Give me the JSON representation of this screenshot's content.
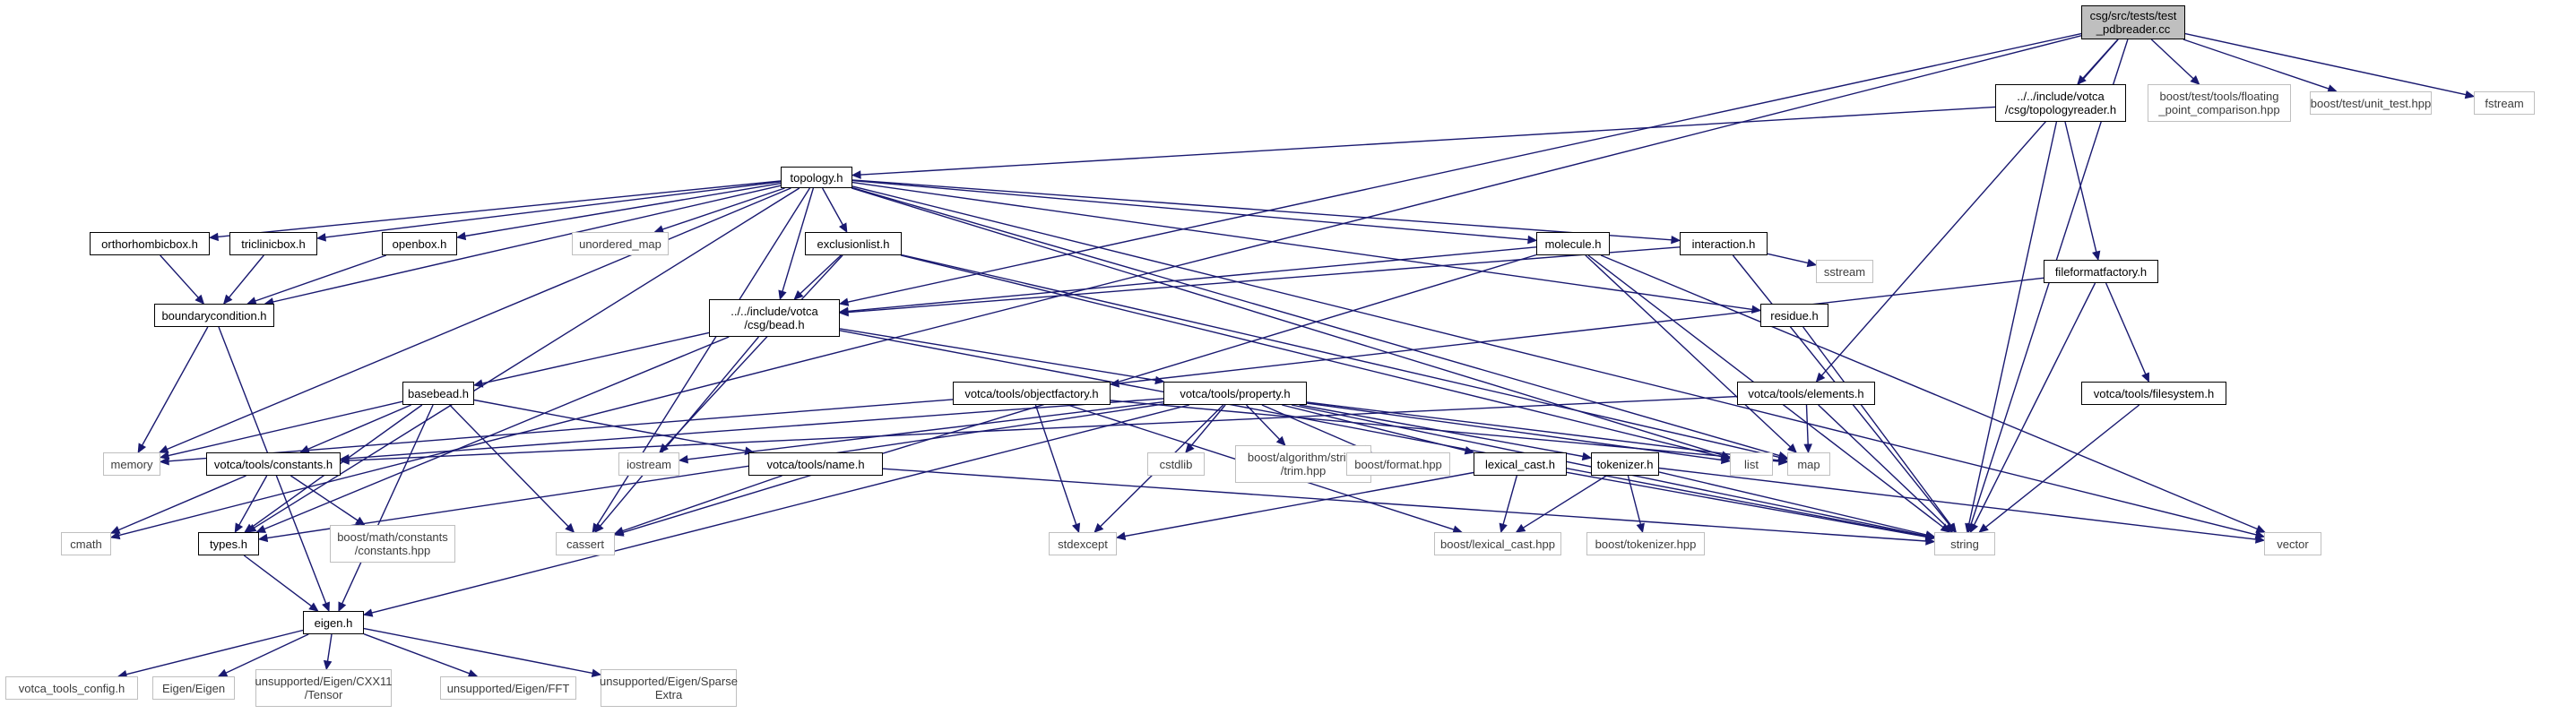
{
  "graph": {
    "colors": {
      "edge": "#191970",
      "root_fill": "#bfbfbf",
      "local_border": "#000000",
      "external_border": "#bfbfbf"
    },
    "nodes": [
      {
        "id": "root",
        "label": "csg/src/tests/test\n_pdbreader.cc",
        "kind": "root"
      },
      {
        "id": "topologyreader",
        "label": "../../include/votca\n/csg/topologyreader.h",
        "kind": "local"
      },
      {
        "id": "floating",
        "label": "boost/test/tools/floating\n_point_comparison.hpp",
        "kind": "ext"
      },
      {
        "id": "unittest",
        "label": "boost/test/unit_test.hpp",
        "kind": "ext"
      },
      {
        "id": "fstream",
        "label": "fstream",
        "kind": "ext"
      },
      {
        "id": "topology",
        "label": "topology.h",
        "kind": "local"
      },
      {
        "id": "orthorhombic",
        "label": "orthorhombicbox.h",
        "kind": "local"
      },
      {
        "id": "triclinic",
        "label": "triclinicbox.h",
        "kind": "local"
      },
      {
        "id": "openbox",
        "label": "openbox.h",
        "kind": "local"
      },
      {
        "id": "unordered_map",
        "label": "unordered_map",
        "kind": "ext"
      },
      {
        "id": "exclusionlist",
        "label": "exclusionlist.h",
        "kind": "local"
      },
      {
        "id": "molecule",
        "label": "molecule.h",
        "kind": "local"
      },
      {
        "id": "interaction",
        "label": "interaction.h",
        "kind": "local"
      },
      {
        "id": "sstream",
        "label": "sstream",
        "kind": "ext"
      },
      {
        "id": "fileformatfactory",
        "label": "fileformatfactory.h",
        "kind": "local"
      },
      {
        "id": "boundary",
        "label": "boundarycondition.h",
        "kind": "local"
      },
      {
        "id": "bead",
        "label": "../../include/votca\n/csg/bead.h",
        "kind": "local"
      },
      {
        "id": "residue",
        "label": "residue.h",
        "kind": "local"
      },
      {
        "id": "basebead",
        "label": "basebead.h",
        "kind": "local"
      },
      {
        "id": "objectfactory",
        "label": "votca/tools/objectfactory.h",
        "kind": "local"
      },
      {
        "id": "property",
        "label": "votca/tools/property.h",
        "kind": "local"
      },
      {
        "id": "elements",
        "label": "votca/tools/elements.h",
        "kind": "local"
      },
      {
        "id": "filesystem",
        "label": "votca/tools/filesystem.h",
        "kind": "local"
      },
      {
        "id": "memory",
        "label": "memory",
        "kind": "ext"
      },
      {
        "id": "iostream",
        "label": "iostream",
        "kind": "ext"
      },
      {
        "id": "cstdlib",
        "label": "cstdlib",
        "kind": "ext"
      },
      {
        "id": "trim",
        "label": "boost/algorithm/string\n/trim.hpp",
        "kind": "ext"
      },
      {
        "id": "format",
        "label": "boost/format.hpp",
        "kind": "ext"
      },
      {
        "id": "lexical_cast",
        "label": "lexical_cast.h",
        "kind": "local"
      },
      {
        "id": "tokenizer",
        "label": "tokenizer.h",
        "kind": "local"
      },
      {
        "id": "list",
        "label": "list",
        "kind": "ext"
      },
      {
        "id": "map",
        "label": "map",
        "kind": "ext"
      },
      {
        "id": "constants",
        "label": "votca/tools/constants.h",
        "kind": "local"
      },
      {
        "id": "name",
        "label": "votca/tools/name.h",
        "kind": "local"
      },
      {
        "id": "cmath",
        "label": "cmath",
        "kind": "ext"
      },
      {
        "id": "types",
        "label": "types.h",
        "kind": "local"
      },
      {
        "id": "boostconstants",
        "label": "boost/math/constants\n/constants.hpp",
        "kind": "ext"
      },
      {
        "id": "cassert",
        "label": "cassert",
        "kind": "ext"
      },
      {
        "id": "stdexcept",
        "label": "stdexcept",
        "kind": "ext"
      },
      {
        "id": "boostlexical",
        "label": "boost/lexical_cast.hpp",
        "kind": "ext"
      },
      {
        "id": "boosttokenizer",
        "label": "boost/tokenizer.hpp",
        "kind": "ext"
      },
      {
        "id": "string",
        "label": "string",
        "kind": "ext"
      },
      {
        "id": "vector",
        "label": "vector",
        "kind": "ext"
      },
      {
        "id": "eigen",
        "label": "eigen.h",
        "kind": "local"
      },
      {
        "id": "config",
        "label": "votca_tools_config.h",
        "kind": "ext"
      },
      {
        "id": "eigeneigen",
        "label": "Eigen/Eigen",
        "kind": "ext"
      },
      {
        "id": "tensor",
        "label": "unsupported/Eigen/CXX11\n/Tensor",
        "kind": "ext"
      },
      {
        "id": "fft",
        "label": "unsupported/Eigen/FFT",
        "kind": "ext"
      },
      {
        "id": "sparseextra",
        "label": "unsupported/Eigen/Sparse\nExtra",
        "kind": "ext"
      }
    ],
    "edges": [
      [
        "root",
        "topologyreader"
      ],
      [
        "root",
        "floating"
      ],
      [
        "root",
        "unittest"
      ],
      [
        "root",
        "fstream"
      ],
      [
        "root",
        "string"
      ],
      [
        "root",
        "cmath"
      ],
      [
        "root",
        "bead"
      ],
      [
        "root",
        "elements"
      ],
      [
        "topologyreader",
        "topology"
      ],
      [
        "topologyreader",
        "fileformatfactory"
      ],
      [
        "topologyreader",
        "string"
      ],
      [
        "topology",
        "orthorhombic"
      ],
      [
        "topology",
        "triclinic"
      ],
      [
        "topology",
        "openbox"
      ],
      [
        "topology",
        "unordered_map"
      ],
      [
        "topology",
        "exclusionlist"
      ],
      [
        "topology",
        "molecule"
      ],
      [
        "topology",
        "interaction"
      ],
      [
        "topology",
        "residue"
      ],
      [
        "topology",
        "boundary"
      ],
      [
        "topology",
        "bead"
      ],
      [
        "topology",
        "memory"
      ],
      [
        "topology",
        "types"
      ],
      [
        "topology",
        "cassert"
      ],
      [
        "topology",
        "list"
      ],
      [
        "topology",
        "map"
      ],
      [
        "topology",
        "vector"
      ],
      [
        "orthorhombic",
        "boundary"
      ],
      [
        "triclinic",
        "boundary"
      ],
      [
        "openbox",
        "boundary"
      ],
      [
        "boundary",
        "memory"
      ],
      [
        "boundary",
        "eigen"
      ],
      [
        "exclusionlist",
        "bead"
      ],
      [
        "exclusionlist",
        "iostream"
      ],
      [
        "exclusionlist",
        "list"
      ],
      [
        "exclusionlist",
        "map"
      ],
      [
        "molecule",
        "bead"
      ],
      [
        "molecule",
        "map"
      ],
      [
        "molecule",
        "string"
      ],
      [
        "molecule",
        "vector"
      ],
      [
        "molecule",
        "cassert"
      ],
      [
        "interaction",
        "bead"
      ],
      [
        "interaction",
        "sstream"
      ],
      [
        "interaction",
        "string"
      ],
      [
        "residue",
        "string"
      ],
      [
        "fileformatfactory",
        "objectfactory"
      ],
      [
        "fileformatfactory",
        "filesystem"
      ],
      [
        "fileformatfactory",
        "string"
      ],
      [
        "bead",
        "basebead"
      ],
      [
        "bead",
        "property"
      ],
      [
        "bead",
        "types"
      ],
      [
        "bead",
        "cassert"
      ],
      [
        "bead",
        "string"
      ],
      [
        "basebead",
        "memory"
      ],
      [
        "basebead",
        "constants"
      ],
      [
        "basebead",
        "name"
      ],
      [
        "basebead",
        "types"
      ],
      [
        "basebead",
        "eigen"
      ],
      [
        "basebead",
        "cassert"
      ],
      [
        "objectfactory",
        "memory"
      ],
      [
        "objectfactory",
        "map"
      ],
      [
        "objectfactory",
        "stdexcept"
      ],
      [
        "objectfactory",
        "boostlexical"
      ],
      [
        "property",
        "iostream"
      ],
      [
        "property",
        "cstdlib"
      ],
      [
        "property",
        "trim"
      ],
      [
        "property",
        "format"
      ],
      [
        "property",
        "lexical_cast"
      ],
      [
        "property",
        "tokenizer"
      ],
      [
        "property",
        "list"
      ],
      [
        "property",
        "map"
      ],
      [
        "property",
        "string"
      ],
      [
        "property",
        "stdexcept"
      ],
      [
        "property",
        "eigen"
      ],
      [
        "property",
        "constants"
      ],
      [
        "property",
        "types"
      ],
      [
        "elements",
        "map"
      ],
      [
        "elements",
        "string"
      ],
      [
        "elements",
        "constants"
      ],
      [
        "filesystem",
        "string"
      ],
      [
        "lexical_cast",
        "boostlexical"
      ],
      [
        "lexical_cast",
        "string"
      ],
      [
        "lexical_cast",
        "stdexcept"
      ],
      [
        "tokenizer",
        "boosttokenizer"
      ],
      [
        "tokenizer",
        "string"
      ],
      [
        "tokenizer",
        "vector"
      ],
      [
        "tokenizer",
        "boostlexical"
      ],
      [
        "constants",
        "cmath"
      ],
      [
        "constants",
        "boostconstants"
      ],
      [
        "constants",
        "types"
      ],
      [
        "name",
        "string"
      ],
      [
        "name",
        "cassert"
      ],
      [
        "types",
        "eigen"
      ],
      [
        "eigen",
        "config"
      ],
      [
        "eigen",
        "eigeneigen"
      ],
      [
        "eigen",
        "tensor"
      ],
      [
        "eigen",
        "fft"
      ],
      [
        "eigen",
        "sparseextra"
      ]
    ]
  }
}
